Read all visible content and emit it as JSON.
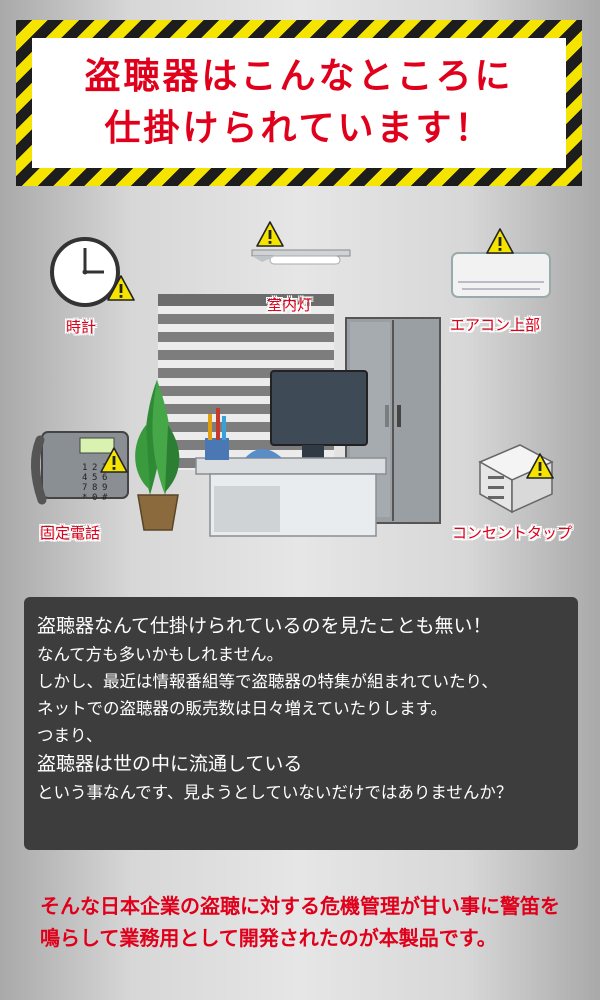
{
  "banner": {
    "line1": "盗聴器はこんなところに",
    "line2": "仕掛けられています！"
  },
  "scene": {
    "labels": {
      "clock": "時計",
      "ceiling_light": "室内灯",
      "aircon": "エアコン上部",
      "phone": "固定電話",
      "outlet": "コンセントタップ"
    },
    "phone_keys": [
      "1",
      "2",
      "3",
      "4",
      "5",
      "6",
      "7",
      "8",
      "9",
      "*",
      "0",
      "#"
    ],
    "colors": {
      "warning": "#f5e400",
      "label": "#e0001b"
    }
  },
  "info": {
    "line1": "盗聴器なんて仕掛けられているのを見たことも無い！",
    "line2": "なんて方も多いかもしれません。",
    "line3": "しかし、最近は情報番組等で盗聴器の特集が組まれていたり、",
    "line4": "ネットでの盗聴器の販売数は日々増えていたりします。",
    "line5": "つまり、",
    "line6": "盗聴器は世の中に流通している",
    "line7": "という事なんです、見ようとしていないだけではありませんか？"
  },
  "footer": {
    "text": "そんな日本企業の盗聴に対する危機管理が甘い事に警笛を鳴らして業務用として開発されたのが本製品です。"
  }
}
